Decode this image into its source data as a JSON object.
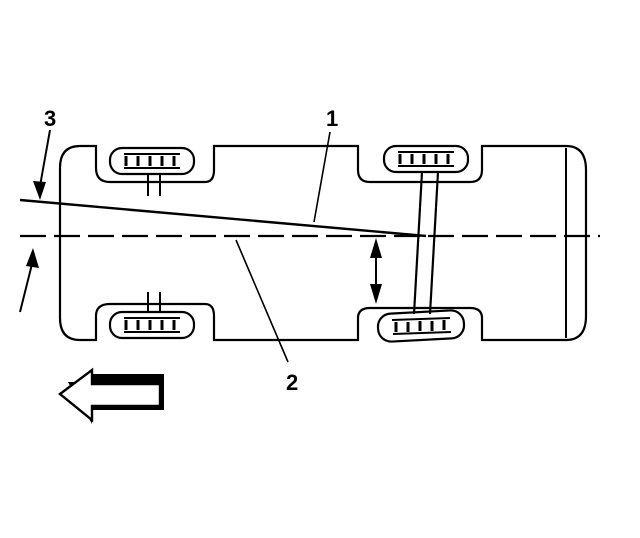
{
  "diagram": {
    "callouts": {
      "thrust_line": "1",
      "geometric_centerline": "2",
      "thrust_angle": "3"
    },
    "colors": {
      "ink": "#000000",
      "background": "#ffffff"
    },
    "icons": {
      "direction_arrow": "arrow-left-outline-icon"
    }
  }
}
